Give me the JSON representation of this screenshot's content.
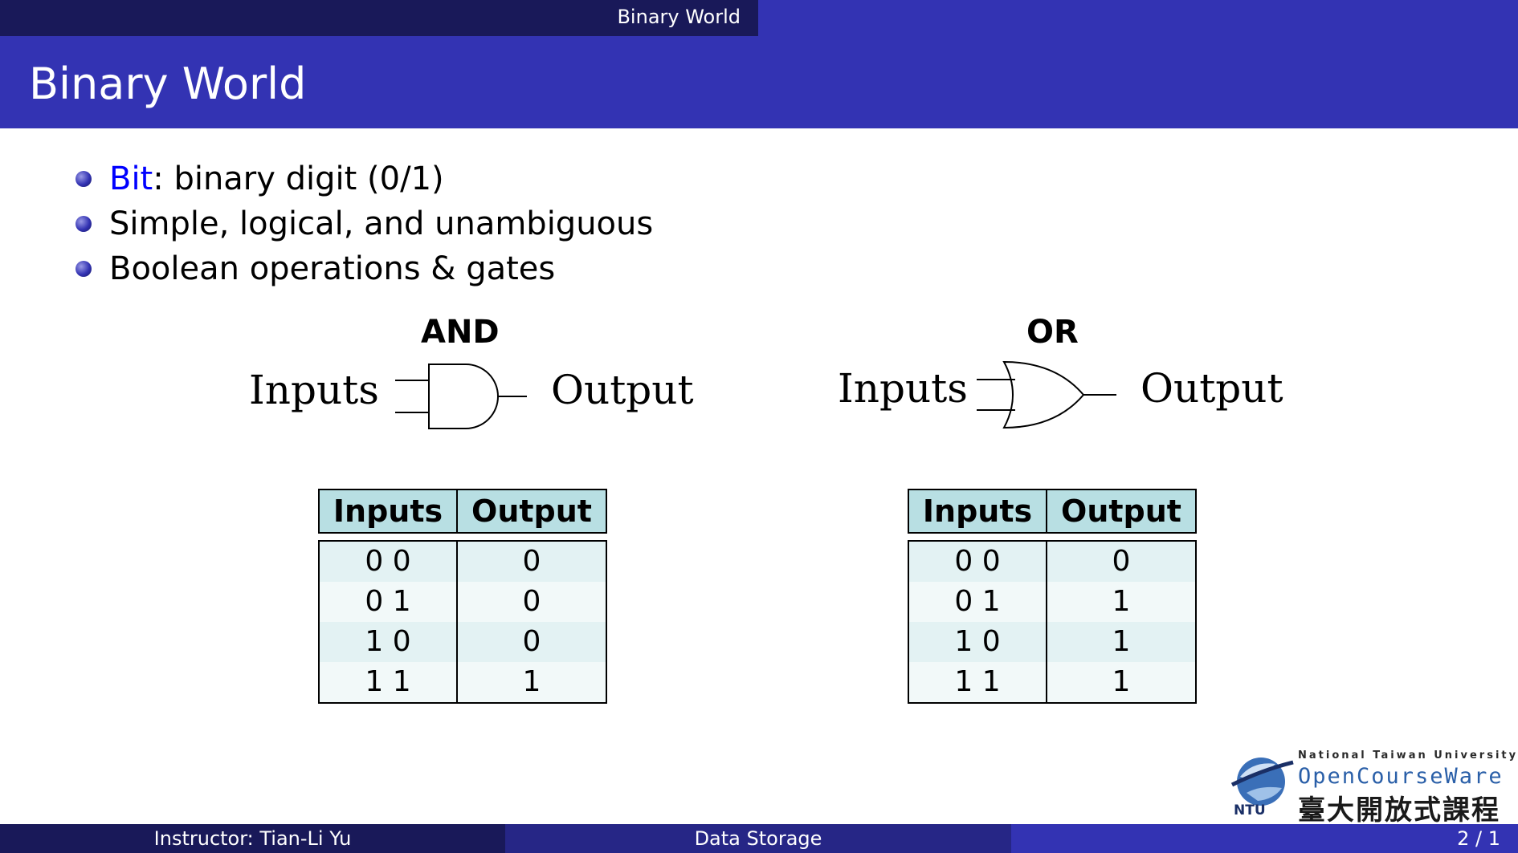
{
  "header": {
    "section_title": "Binary World"
  },
  "frame": {
    "title": "Binary World"
  },
  "bullets": [
    {
      "highlight": "Bit",
      "text": ": binary digit (0/1)"
    },
    {
      "highlight": "",
      "text": "Simple, logical, and unambiguous"
    },
    {
      "highlight": "",
      "text": "Boolean operations & gates"
    }
  ],
  "gates": {
    "and": {
      "name": "AND",
      "inputs_label": "Inputs",
      "output_label": "Output"
    },
    "or": {
      "name": "OR",
      "inputs_label": "Inputs",
      "output_label": "Output"
    }
  },
  "tables": {
    "and": {
      "headers": [
        "Inputs",
        "Output"
      ],
      "rows": [
        [
          "0 0",
          "0"
        ],
        [
          "0 1",
          "0"
        ],
        [
          "1 0",
          "0"
        ],
        [
          "1 1",
          "1"
        ]
      ]
    },
    "or": {
      "headers": [
        "Inputs",
        "Output"
      ],
      "rows": [
        [
          "0 0",
          "0"
        ],
        [
          "0 1",
          "1"
        ],
        [
          "1 0",
          "1"
        ],
        [
          "1 1",
          "1"
        ]
      ]
    }
  },
  "logo": {
    "university": "National Taiwan University",
    "brand": "OpenCourseWare",
    "chinese": "臺大開放式課程",
    "mark": "NTU"
  },
  "footer": {
    "instructor": "Instructor: Tian-Li Yu",
    "topic": "Data Storage",
    "page": "2 / 1"
  },
  "colors": {
    "theme": "#3333b3",
    "theme_dark": "#191959",
    "highlight": "#0000ff",
    "table_header": "#b8dfe3"
  }
}
